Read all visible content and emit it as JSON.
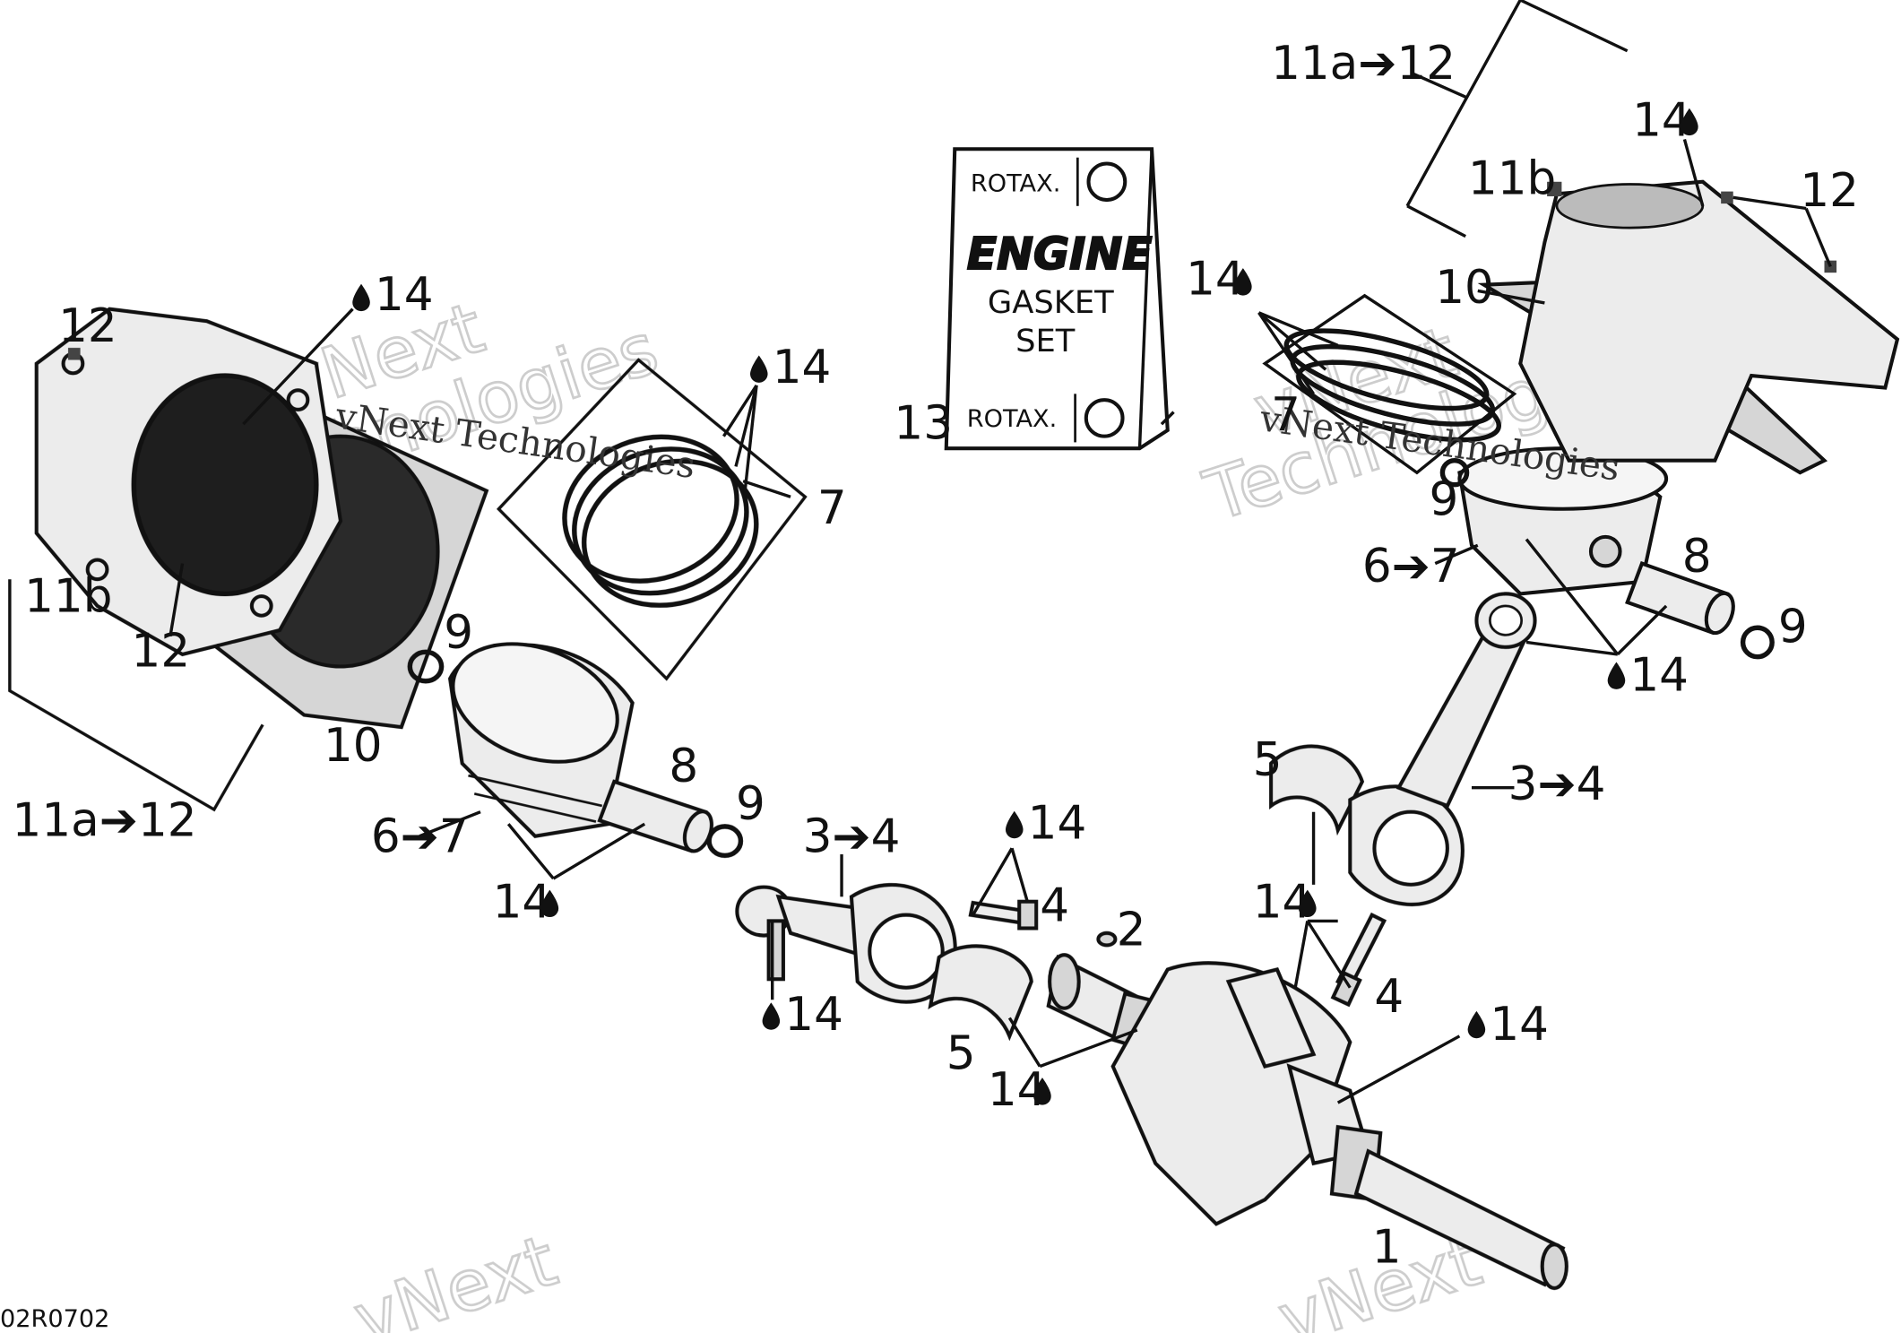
{
  "callouts": {
    "c_11a12_top": "11a➔12",
    "c_14_top": "14",
    "c_11b_top": "11b",
    "c_12_top": "12",
    "c_10_top": "10",
    "c_14_rings_r": "14",
    "c_7_r": "7",
    "c_9_r_top": "9",
    "c_67_r": "6➔7",
    "c_8_r": "8",
    "c_9_r": "9",
    "c_14_pin_r": "14",
    "c_5_r": "5",
    "c_34_r": "3➔4",
    "c_14_rod_r": "14",
    "c_4_r": "4",
    "c_14_crank_r": "14",
    "c_1": "1",
    "c_13": "13",
    "c_12_left": "12",
    "c_14_left": "14",
    "c_14_rings_l": "14",
    "c_7_l": "7",
    "c_11b_l": "11b",
    "c_12_l2": "12",
    "c_9_l": "9",
    "c_10_l": "10",
    "c_8_l": "8",
    "c_11a12_l": "11a➔12",
    "c_67_l": "6➔7",
    "c_9_l2": "9",
    "c_14_pin_l": "14",
    "c_34_l": "3➔4",
    "c_14_bolt": "14",
    "c_4_l": "4",
    "c_2": "2",
    "c_14_rod_l": "14",
    "c_5_l": "5",
    "c_14_brg_l": "14"
  },
  "kit": {
    "brand_top": "ROTAX.",
    "title_line1": "ENGINE",
    "title_line2": "GASKET",
    "title_line3": "SET",
    "brand_bottom": "ROTAX."
  },
  "watermarks": {
    "left_small": "vNext Technologies",
    "right_small": "vNext Technologies",
    "big_line1": "vNext",
    "big_line2": "Technologies"
  },
  "reference_code": "02R0702",
  "icons": [
    "oil-drop-icon",
    "arrow-right-icon",
    "rotax-logo-icon"
  ],
  "colors": {
    "ink": "#111111",
    "metal": "#ececec",
    "shade": "#d6d6d6",
    "watermark": "#c8c8c8"
  }
}
